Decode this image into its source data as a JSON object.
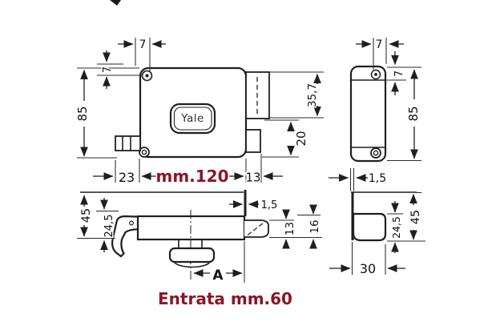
{
  "drawing": {
    "brand": "Yale",
    "front_view": {
      "screw_offset_top": "7",
      "screw_offset_side": "7",
      "height": "85",
      "cylinder_height": "35,7",
      "latch_height": "20",
      "edge_offset": "23",
      "width_label": "mm.120",
      "latch_protrusion": "13"
    },
    "side_view": {
      "screw_offset_top": "7",
      "screw_offset_side": "7",
      "height": "85",
      "thickness": "1,5"
    },
    "top_view": {
      "depth": "45",
      "handle_offset": "24,5",
      "plate_thickness": "1,5",
      "latch_height": "13",
      "latch_total": "16",
      "backset_label": "A",
      "backset_note": "Entrata mm.60"
    },
    "strike_view": {
      "handle_offset": "24,5",
      "depth": "45",
      "width": "30"
    },
    "colors": {
      "accent_red": "#8a1628",
      "line": "#1f1f1f"
    }
  }
}
